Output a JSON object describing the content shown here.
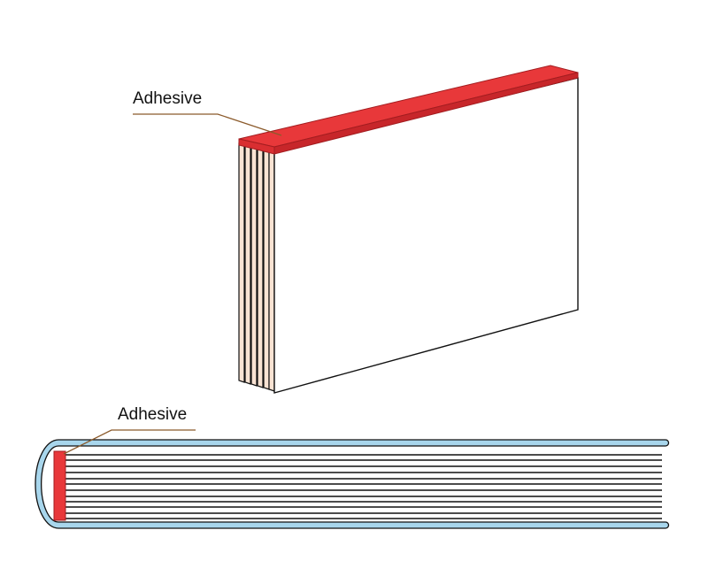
{
  "labels": {
    "top_adhesive": "Adhesive",
    "bottom_adhesive": "Adhesive"
  },
  "colors": {
    "adhesive_fill": "#e8383a",
    "adhesive_dark": "#c7262a",
    "page_edge_fill": "#f9e3d3",
    "cover_fill": "#a8d6ec",
    "leader_line": "#8b5a2b",
    "outline": "#111111"
  },
  "counts": {
    "top_pages": 6,
    "bottom_page_lines": 12
  }
}
